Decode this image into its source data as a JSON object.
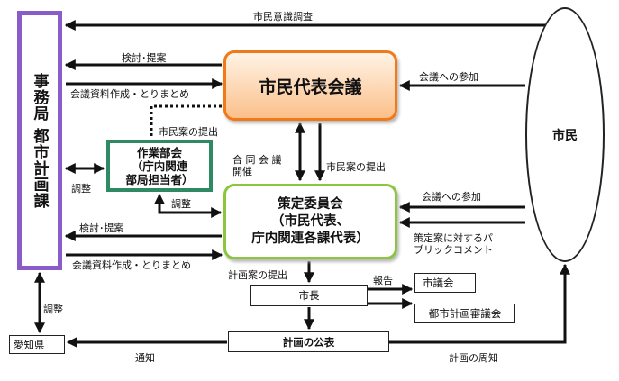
{
  "nodes": {
    "secretariat": "事務局 都市計画課",
    "citizen_rep_council": "市民代表会議",
    "working_group": "作業部会\n（庁内関連\n部局担当者）",
    "planning_committee": "策定委員会\n（市民代表、\n庁内関連各課代表）",
    "mayor": "市長",
    "city_assembly": "市議会",
    "urban_planning_council": "都市計画審議会",
    "publication": "計画の公表",
    "aichi": "愛知県",
    "citizens": "市民"
  },
  "labels": {
    "survey": "市民意識調査",
    "review_proposal_1": "検討･提案",
    "materials_1": "会議資料作成・とりまとめ",
    "participation_1": "会議への参加",
    "submit_citizen_plan_1": "市民案の提出",
    "joint_meeting": "合 同 会 議\n開催",
    "submit_citizen_plan_2": "市民案の提出",
    "coordinate_1": "調整",
    "coordinate_2": "調整",
    "participation_2": "会議への参加",
    "review_proposal_2": "検討･提案",
    "public_comment": "策定案に対するパ\nブリックコメント",
    "materials_2": "会議資料作成・とりまとめ",
    "submit_plan": "計画案の提出",
    "report": "報告",
    "coordinate_3": "調整",
    "notify": "通知",
    "plan_awareness": "計画の周知"
  }
}
